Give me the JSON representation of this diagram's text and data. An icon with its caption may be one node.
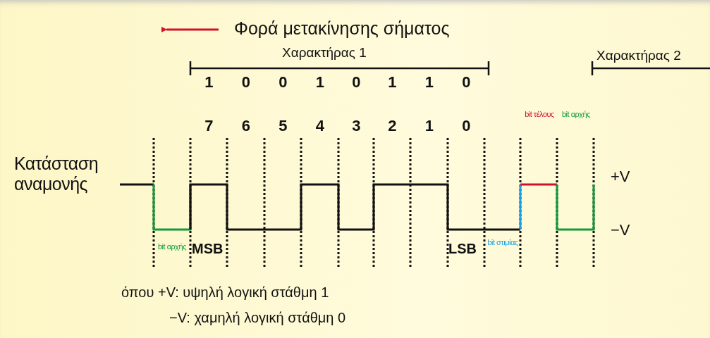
{
  "diagram": {
    "labels": [
      "Φορά μετακίνησης σήματος",
      "Χαρακτήρας 1",
      "Χαρακτήρας 2",
      "1",
      "0",
      "0",
      "1",
      "0",
      "1",
      "1",
      "0",
      "7",
      "6",
      "5",
      "4",
      "3",
      "2",
      "1",
      "0",
      "bit τέλους",
      "bit αρχής",
      "Κατάσταση αναμονής",
      "+V",
      "−V",
      "bit αρχής",
      "MSB",
      "LSB",
      "bit στιμίας",
      "όπου +V: υψηλή λογική στάθμη 1",
      "−V: χαμηλή λογική στάθμη 0"
    ]
  }
}
